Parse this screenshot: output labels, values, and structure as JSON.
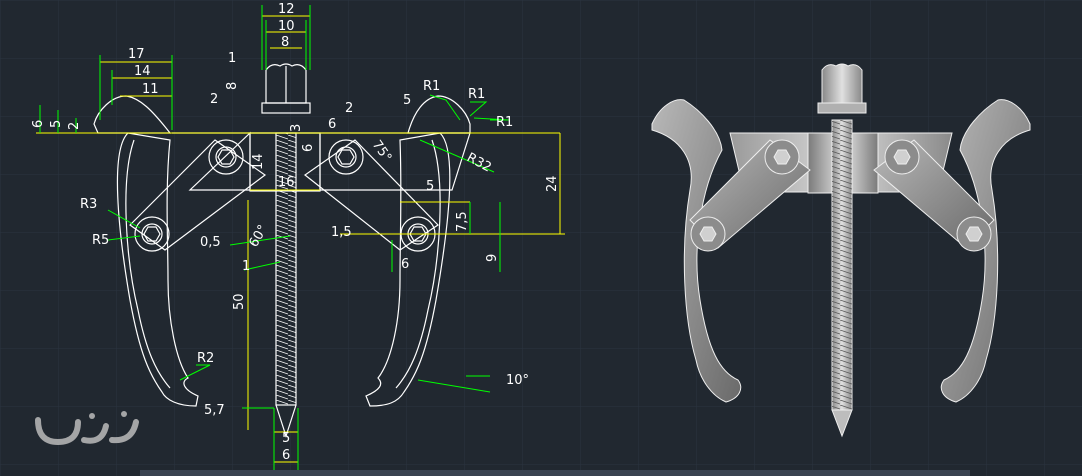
{
  "colors": {
    "background": "#212830",
    "grid": "#2b3440",
    "outline": "#ffffff",
    "dimension": "#ffff00",
    "extension": "#00ff00",
    "leader": "#00ff66",
    "text": "#ffffff",
    "metal_light": "#c8c8c8",
    "metal_dark": "#6a6a6a"
  },
  "dimensions": {
    "d12": "12",
    "d10": "10",
    "d8": "8",
    "d1_top": "1",
    "d8_side": "8",
    "d2_left": "2",
    "d2_right": "2",
    "d3": "3",
    "d6_mid": "6",
    "d6_vert": "6",
    "d17": "17",
    "d14_top": "14",
    "d11": "11",
    "d6_left": "6",
    "d5_left": "5",
    "d2_small": "2",
    "d14_vert": "14",
    "d16": "16",
    "d5_top": "5",
    "r1_a": "R1",
    "r1_b": "R1",
    "r1_c": "R1",
    "a75": "75°",
    "r32": "R32",
    "d24": "24",
    "d5_right": "5",
    "d7_5": "7,5",
    "d9": "9",
    "d1_5": "1,5",
    "d6_lower": "6",
    "r3": "R3",
    "r5": "R5",
    "d0_5": "0,5",
    "a60": "60°",
    "d1_thread": "1",
    "d50": "50",
    "r2": "R2",
    "a10": "10°",
    "d5_7": "5,7",
    "d5_tip": "5",
    "d6_tip": "6"
  },
  "watermark": "ﺳﺠﺎﺩ"
}
